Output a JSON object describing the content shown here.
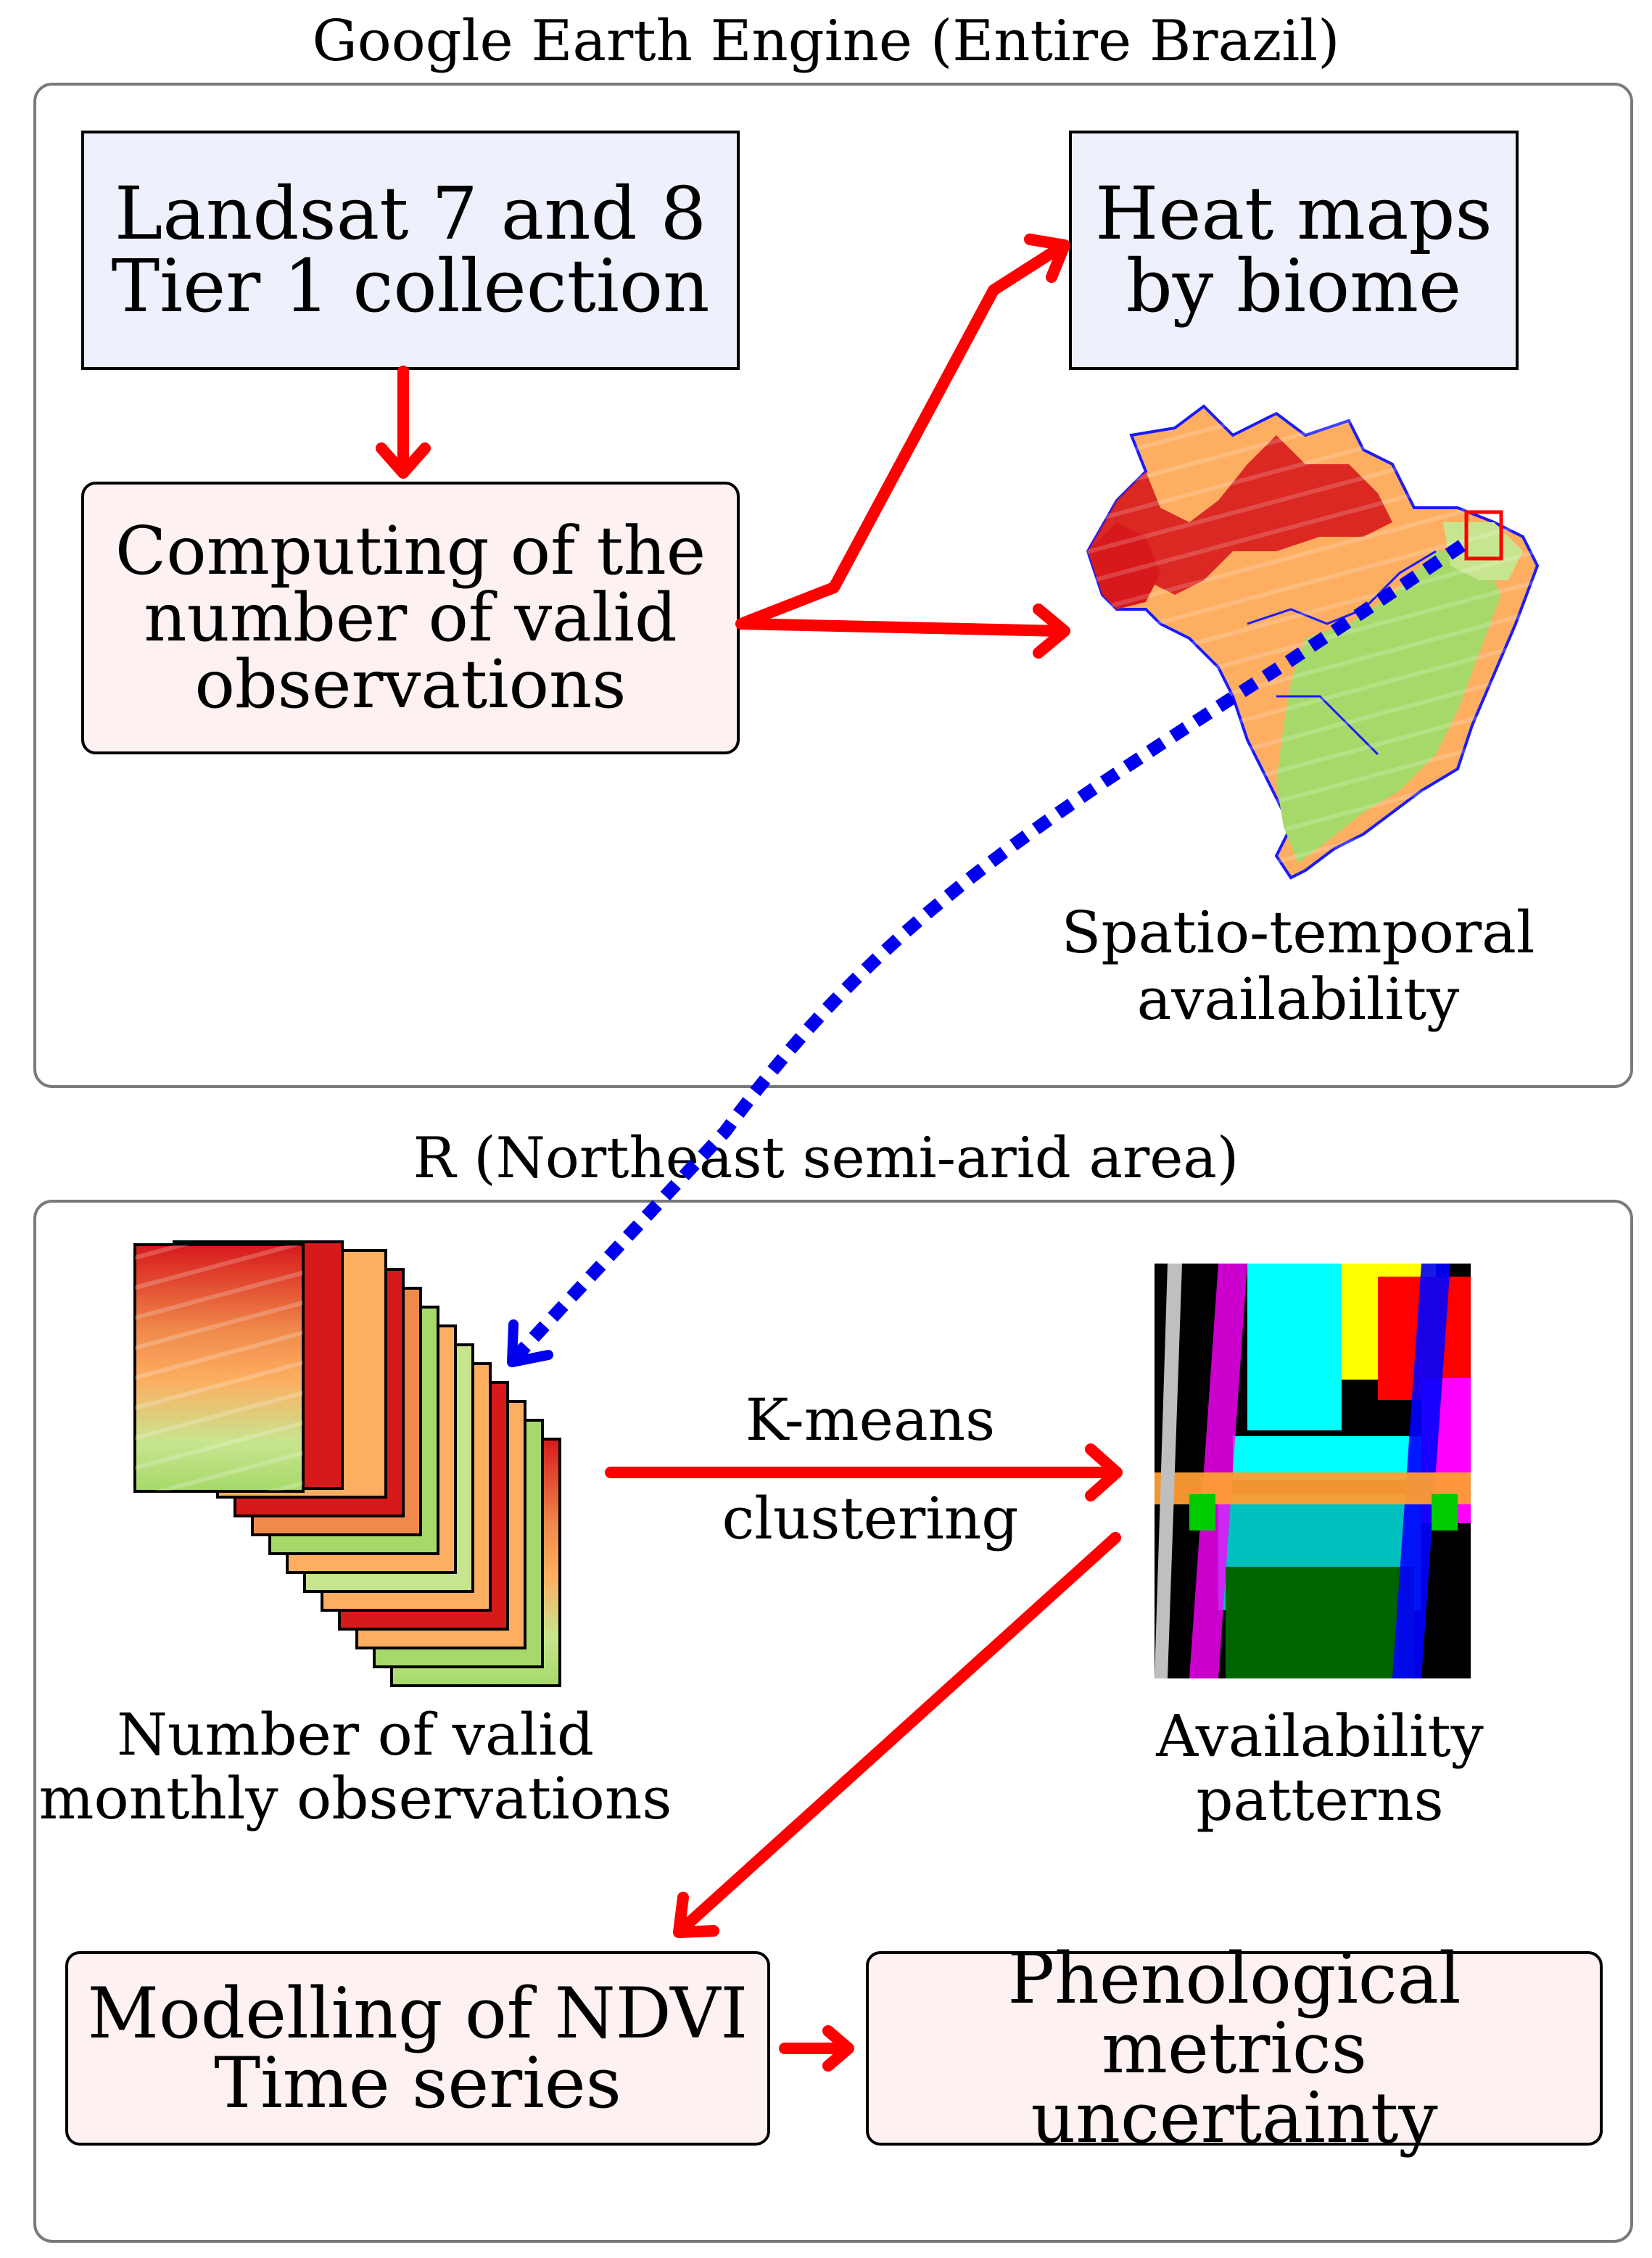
{
  "top_panel": {
    "title": "Google Earth Engine (Entire Brazil)",
    "landsat_box": "Landsat 7 and 8\nTier 1 collection",
    "computing_box": "Computing of the\nnumber of valid\nobservations",
    "heatmaps_box": "Heat maps\nby biome",
    "map_caption": "Spatio-temporal\navailability"
  },
  "bottom_panel": {
    "title": "R (Northeast semi-arid area)",
    "stack_caption": "Number of valid\nmonthly observations",
    "kmeans_label_1": "K-means",
    "kmeans_label_2": "clustering",
    "patterns_caption": "Availability\npatterns",
    "modelling_box": "Modelling of NDVI\nTime series",
    "phenology_box": "Phenological metrics\nuncertainty"
  },
  "colors": {
    "flow_arrow": "#ff0000",
    "link_arrow": "#0000ee",
    "box_blue_fill": "#eef0fb",
    "box_pink_fill": "#fdf1f1",
    "panel_border": "#7a7a7a",
    "heat_high": "#d7191c",
    "heat_mid": "#fdae61",
    "heat_low": "#a6d96a",
    "biome_border": "#1a1aff"
  }
}
